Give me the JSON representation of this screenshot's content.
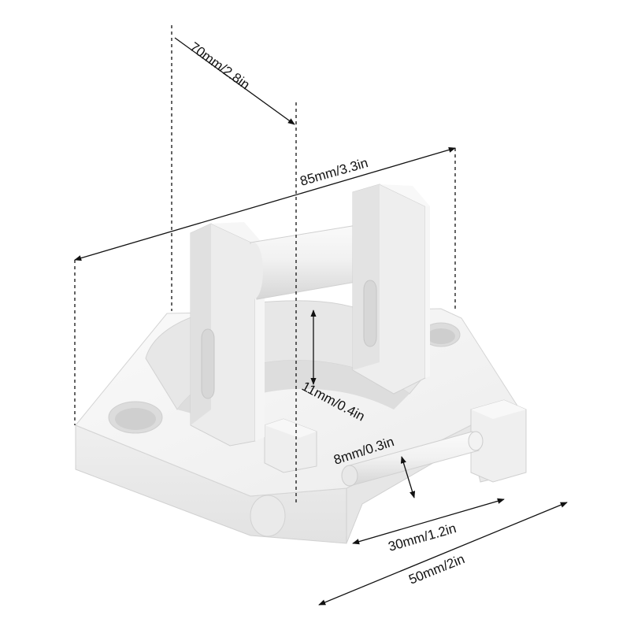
{
  "product": {
    "material_color": "#f3f3f3",
    "shadow_color": "#d9d9d9",
    "edge_color": "#c8c8c8"
  },
  "dimensions": {
    "depth": "70mm/2.8in",
    "width": "85mm/3.3in",
    "slot": "11mm/0.4in",
    "rod_diameter": "8mm/0.3in",
    "rod_length": "30mm/1.2in",
    "base_width": "50mm/2in"
  },
  "line_color": "#111111"
}
